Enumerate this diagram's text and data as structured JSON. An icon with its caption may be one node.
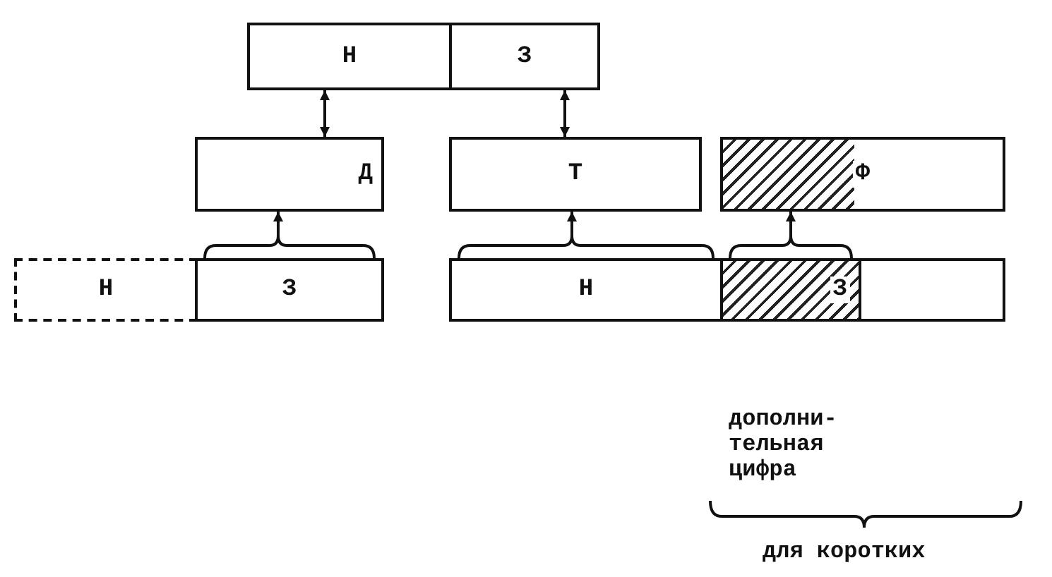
{
  "diagram": {
    "nodes": [
      {
        "text": [
          "Н"
        ]
      },
      {
        "text": [
          "З"
        ]
      },
      {
        "text": [
          "Д"
        ]
      },
      {
        "text": [
          "Т"
        ]
      },
      {
        "text": [
          "Ф"
        ]
      },
      {
        "text": [
          "Н"
        ]
      },
      {
        "text": [
          "З"
        ]
      },
      {
        "text": [
          "Н"
        ]
      },
      {
        "text": [
          "З"
        ]
      },
      {
        "text": [],
        "shape": "box"
      }
    ],
    "edges": [
      {
        "from": 0,
        "to": 2,
        "arrow": "both"
      },
      {
        "from": 1,
        "to": 3,
        "arrow": "both"
      },
      {
        "from": 6,
        "to": 2,
        "arrow": "to"
      },
      {
        "from": 7,
        "to": 3,
        "arrow": "to"
      },
      {
        "from": 8,
        "to": 4,
        "arrow": "to"
      }
    ],
    "labels": [
      "дополни- тельная цифра",
      "для коротких"
    ]
  }
}
